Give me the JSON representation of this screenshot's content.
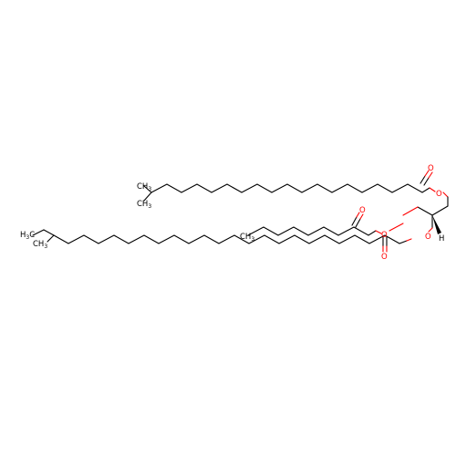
{
  "molecule": {
    "atom_labels": {
      "o_ester1_carbonyl": "O",
      "o_ester1_link": "O",
      "o_ester2_carbonyl": "O",
      "o_ester2_link": "O",
      "o_ester3_link": "O",
      "o_ester3_carbonyl": "O",
      "h_stereo": "H",
      "ch3_top_a": "CH",
      "ch3_top_a_sub": "3",
      "ch3_top_b": "CH",
      "ch3_top_b_sub": "3",
      "ch3_mid": "CH",
      "ch3_mid_sub": "3",
      "h3c_bottom": "H",
      "h3c_bottom_sub": "3",
      "h3c_bottom_c": "C",
      "ch3_bottom": "CH",
      "ch3_bottom_sub": "3"
    },
    "colors": {
      "carbon_bond": "#000000",
      "oxygen": "#ff0000"
    }
  }
}
